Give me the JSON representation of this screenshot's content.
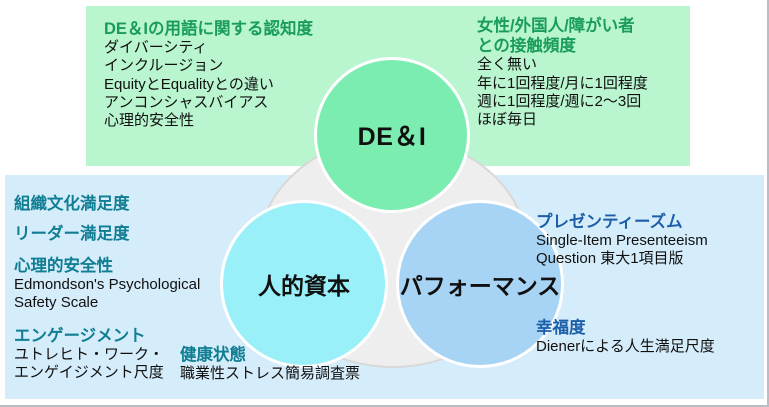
{
  "panels": {
    "green": {
      "name": "DE&I survey items panel",
      "color": "#b9f5cf"
    },
    "blue": {
      "name": "Human capital and performance items panel",
      "color": "#d5ecfb"
    }
  },
  "venn": {
    "backdrop_color": "#eeeeee",
    "circles": [
      {
        "id": "dei",
        "label": "DE＆I",
        "color": "#7cedb0"
      },
      {
        "id": "human_capital",
        "label": "人的資本",
        "color": "#9af0f9"
      },
      {
        "id": "performance",
        "label": "パフォーマンス",
        "color": "#a7d4f5"
      }
    ]
  },
  "blocks": {
    "dei_terms": {
      "heading": "DE＆Iの用語に関する認知度",
      "heading_color": "#1a9d5a",
      "items": [
        "ダイバーシティ",
        "インクルージョン",
        "EquityとEqualityとの違い",
        "アンコンシャスバイアス",
        "心理的安全性"
      ]
    },
    "contact_frequency": {
      "heading_line1": "女性/外国人/障がい者",
      "heading_line2": "との接触頻度",
      "heading_color": "#1a9d5a",
      "items": [
        "全く無い",
        "年に1回程度/月に1回程度",
        "週に1回程度/週に2〜3回",
        "ほぼ毎日"
      ]
    },
    "culture_satisfaction": {
      "heading": "組織文化満足度",
      "heading_color": "#0f7d92"
    },
    "leader_satisfaction": {
      "heading": "リーダー満足度",
      "heading_color": "#0f7d92"
    },
    "psychological_safety": {
      "heading": "心理的安全性",
      "heading_color": "#0f7d92",
      "items": [
        "Edmondson's Psychological",
        "Safety Scale"
      ]
    },
    "engagement": {
      "heading": "エンゲージメント",
      "heading_color": "#0f7d92",
      "items": [
        "ユトレヒト・ワーク・",
        "エンゲイジメント尺度"
      ]
    },
    "health_status": {
      "heading": "健康状態",
      "heading_color": "#0f7d92",
      "items": [
        "職業性ストレス簡易調査票"
      ]
    },
    "presenteeism": {
      "heading": "プレゼンティーズム",
      "heading_color": "#1c5fa8",
      "items": [
        "Single-Item Presenteeism",
        "Question 東大1項目版"
      ]
    },
    "happiness": {
      "heading": "幸福度",
      "heading_color": "#1c5fa8",
      "items": [
        "Dienerによる人生満足尺度"
      ]
    }
  }
}
